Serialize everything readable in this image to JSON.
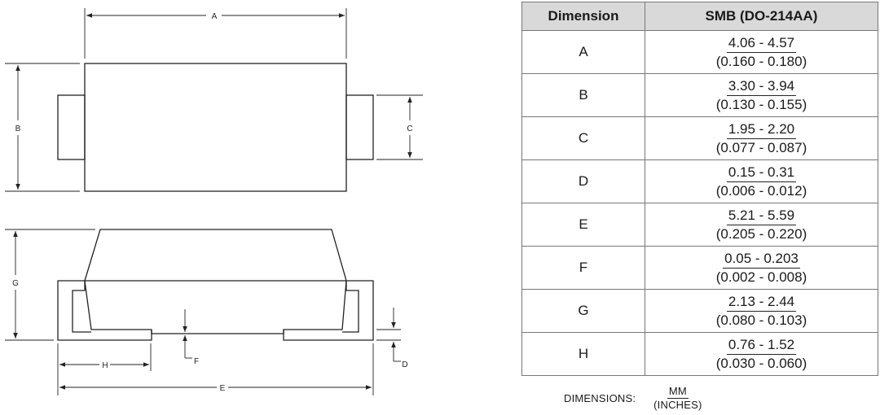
{
  "diagram": {
    "labels": {
      "A": "A",
      "B": "B",
      "C": "C",
      "D": "D",
      "E": "E",
      "F": "F",
      "G": "G",
      "H": "H"
    }
  },
  "table": {
    "headers": {
      "dimension": "Dimension",
      "package": "SMB (DO-214AA)"
    },
    "rows": [
      {
        "dim": "A",
        "mm": "4.06 - 4.57",
        "inches": "(0.160 - 0.180)"
      },
      {
        "dim": "B",
        "mm": "3.30 - 3.94",
        "inches": "(0.130 - 0.155)"
      },
      {
        "dim": "C",
        "mm": "1.95 - 2.20",
        "inches": "(0.077 - 0.087)"
      },
      {
        "dim": "D",
        "mm": "0.15 - 0.31",
        "inches": "(0.006 - 0.012)"
      },
      {
        "dim": "E",
        "mm": "5.21 - 5.59",
        "inches": "(0.205 - 0.220)"
      },
      {
        "dim": "F",
        "mm": "0.05 - 0.203",
        "inches": "(0.002 - 0.008)"
      },
      {
        "dim": "G",
        "mm": "2.13 - 2.44",
        "inches": "(0.080 - 0.103)"
      },
      {
        "dim": "H",
        "mm": "0.76 - 1.52",
        "inches": "(0.030 - 0.060)"
      }
    ]
  },
  "units_note": {
    "label": "DIMENSIONS:",
    "numerator": "MM",
    "denominator": "(INCHES)"
  }
}
